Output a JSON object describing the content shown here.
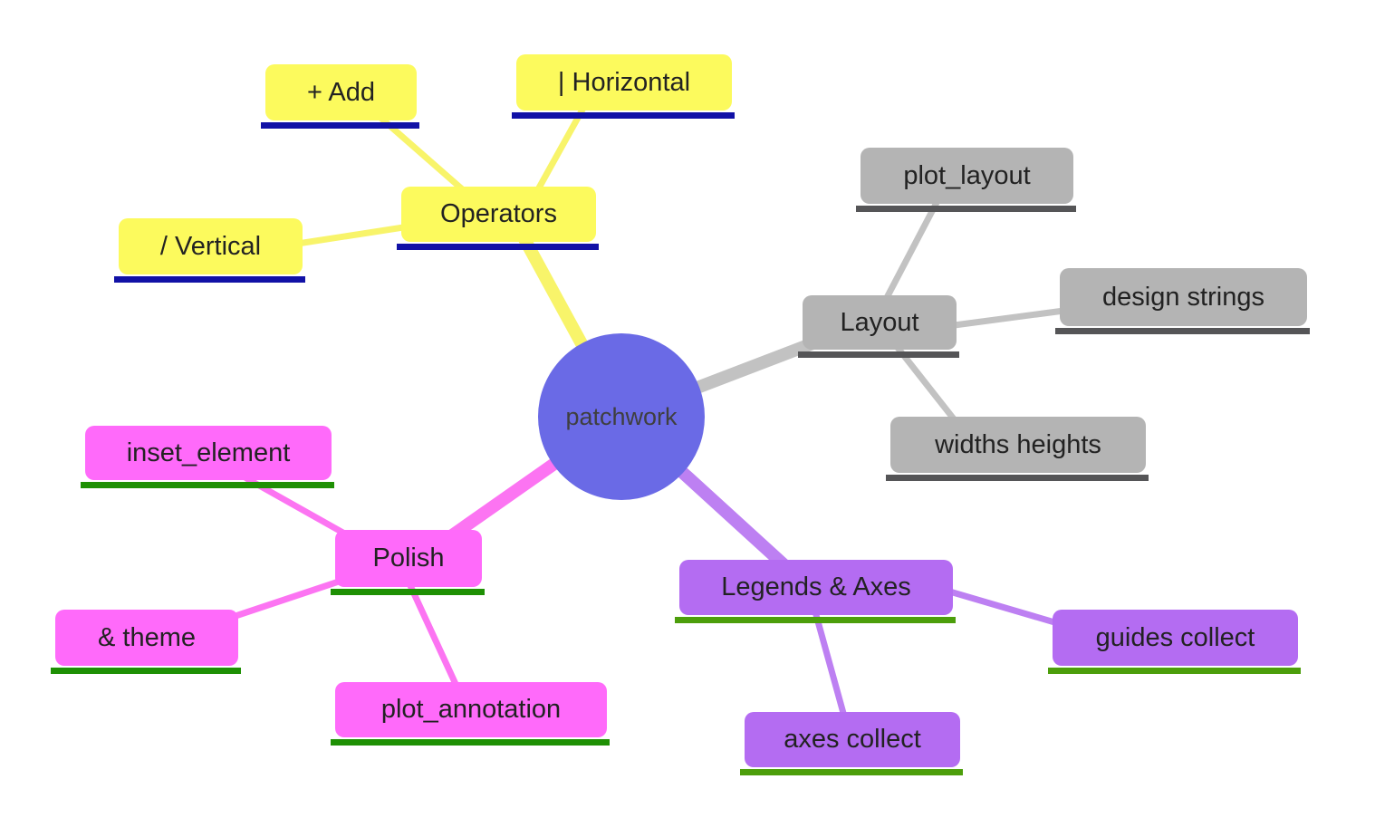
{
  "figure": {
    "background": "#ffffff",
    "type": "mindmap"
  },
  "center": {
    "label": "patchwork",
    "fill": "#6a6ae6",
    "text_color": "#3f3f3f"
  },
  "branches": [
    {
      "label": "Operators",
      "fill": "#fcfa5d",
      "underline": "#1111a6",
      "edge_color": "#f8f46a",
      "children": [
        {
          "label": "+ Add"
        },
        {
          "label": "| Horizontal"
        },
        {
          "label": "/ Vertical"
        }
      ]
    },
    {
      "label": "Layout",
      "fill": "#b4b4b4",
      "underline": "#555557",
      "edge_color": "#c2c2c2",
      "children": [
        {
          "label": "plot_layout"
        },
        {
          "label": "design strings"
        },
        {
          "label": "widths heights"
        }
      ]
    },
    {
      "label": "Polish",
      "fill": "#ff6afa",
      "underline": "#1e9004",
      "edge_color": "#fc74f2",
      "children": [
        {
          "label": "inset_element"
        },
        {
          "label": "& theme"
        },
        {
          "label": "plot_annotation"
        }
      ]
    },
    {
      "label": "Legends & Axes",
      "fill": "#b46cf2",
      "underline": "#4c9e0b",
      "edge_color": "#bd80f2",
      "children": [
        {
          "label": "guides collect"
        },
        {
          "label": "axes collect"
        }
      ]
    }
  ]
}
